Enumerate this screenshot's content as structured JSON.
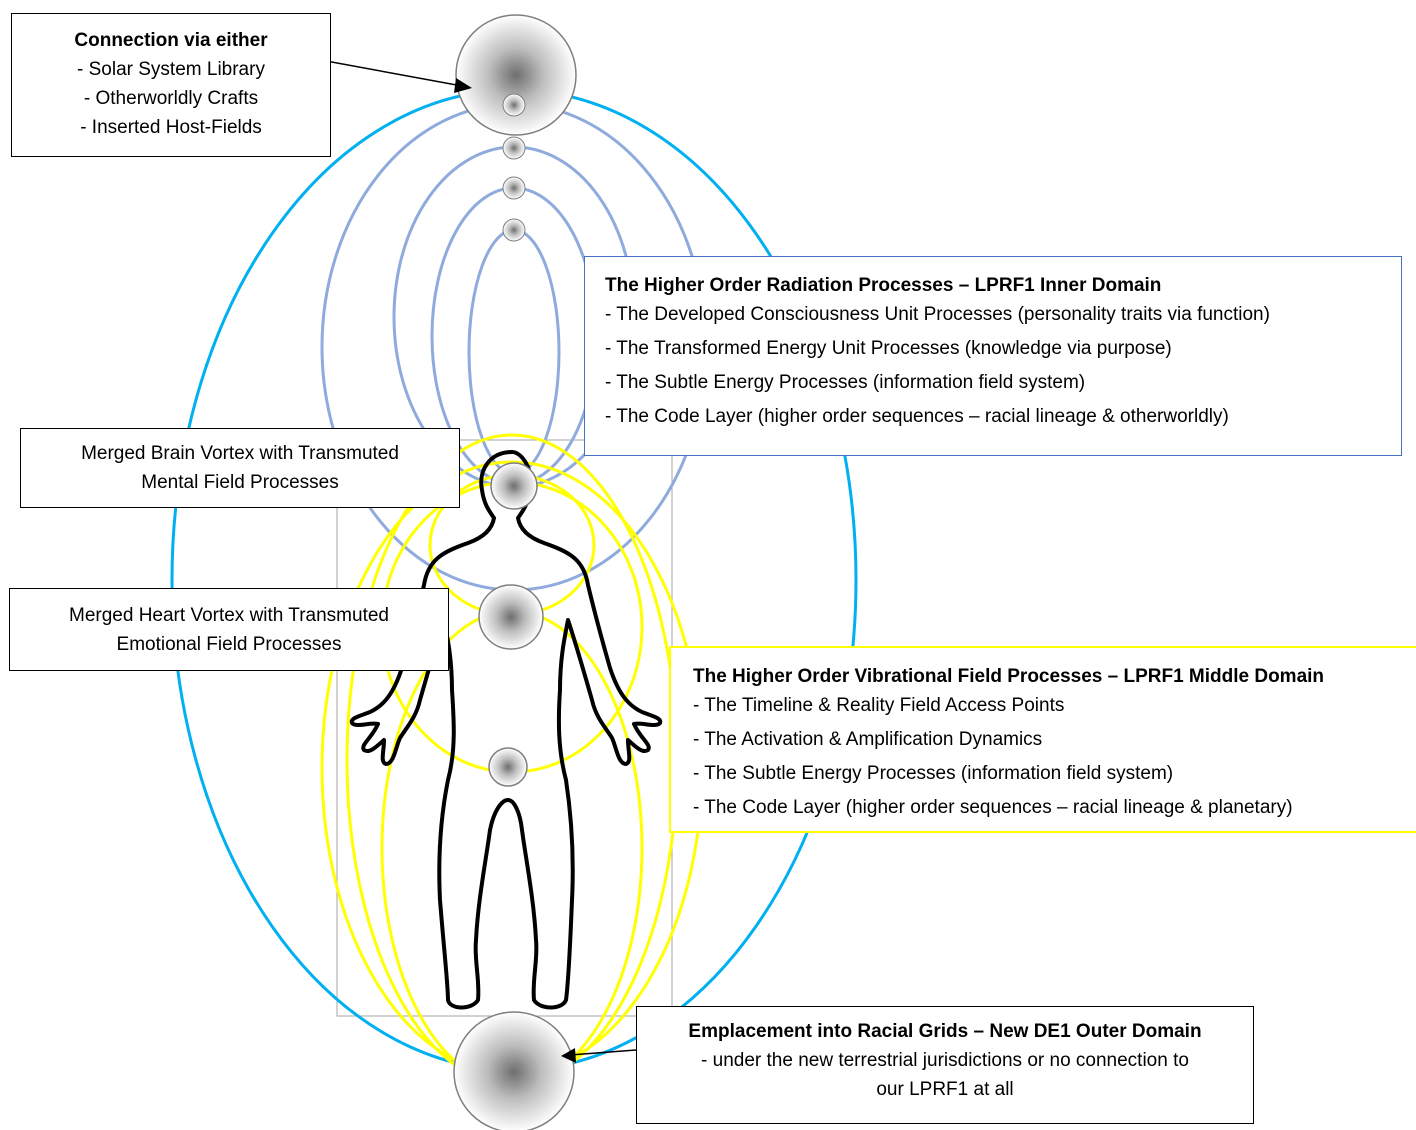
{
  "connection_box": {
    "title": "Connection via either",
    "items": [
      "- Solar System Library",
      "- Otherworldly Crafts",
      "- Inserted Host-Fields"
    ]
  },
  "brain_box": {
    "lines": [
      "Merged Brain Vortex with Transmuted",
      "Mental Field Processes"
    ]
  },
  "heart_box": {
    "lines": [
      "Merged Heart Vortex with Transmuted",
      "Emotional Field Processes"
    ]
  },
  "inner_domain_box": {
    "title": "The Higher Order Radiation Processes – LPRF1 Inner Domain",
    "items": [
      "- The Developed Consciousness Unit Processes (personality traits via function)",
      "- The Transformed Energy Unit Processes (knowledge via purpose)",
      "- The Subtle Energy Processes (information field system)",
      "- The Code Layer (higher order sequences – racial lineage & otherworldly)"
    ]
  },
  "middle_domain_box": {
    "title": "The Higher Order Vibrational Field Processes – LPRF1 Middle Domain",
    "items": [
      "- The Timeline & Reality Field Access Points",
      "- The Activation & Amplification Dynamics",
      "- The Subtle Energy Processes (information field system)",
      "- The Code Layer (higher order sequences – racial lineage & planetary)"
    ]
  },
  "outer_domain_box": {
    "title": "Emplacement into Racial Grids – New DE1 Outer Domain",
    "lines": [
      "- under the new terrestrial jurisdictions or no connection to",
      "our LPRF1 at all"
    ]
  },
  "colors": {
    "outer_field": "#00b0f0",
    "inner_loops": "#8faadc",
    "middle_loops": "#ffff00",
    "inner_box_border": "#4472c4",
    "box_border": "#000000"
  }
}
